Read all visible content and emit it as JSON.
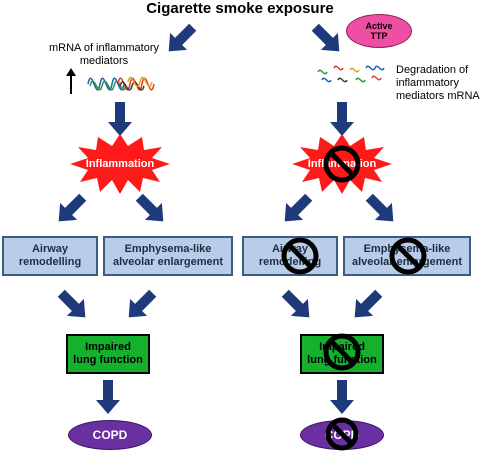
{
  "title": "Cigarette smoke exposure",
  "left": {
    "mrna_label": "mRNA of inflammatory mediators",
    "up_arrow_symbol": "↑",
    "inflammation": "Inflammation",
    "airway": "Airway remodelling",
    "emphysema": "Emphysema-like alveolar enlargement",
    "lung": "Impaired lung function",
    "copd": "COPD"
  },
  "right": {
    "ttp": "Active TTP",
    "degradation_label": "Degradation of inflammatory mediators mRNA",
    "inflammation": "Inflammation",
    "airway": "Airway remodelling",
    "emphysema": "Emphysema-like alveolar enlargement",
    "lung": "Impaired lung function",
    "copd": "COPD"
  },
  "colors": {
    "arrow": "#1e3a7a",
    "burst": "#ff1a1a",
    "box_fill": "#b9cde8",
    "box_green": "#16b02f",
    "oval": "#6a2fa0",
    "ttp": "#ef4fa2",
    "wave": [
      "#1f5fbf",
      "#e23a2a",
      "#2a9a3a",
      "#e8a020",
      "#3a3a3a"
    ]
  },
  "icons": {
    "block": "no-symbol-icon",
    "arrow": "down-arrow-icon",
    "mrna": "mrna-wave-icon",
    "burst": "explosion-burst-icon"
  }
}
